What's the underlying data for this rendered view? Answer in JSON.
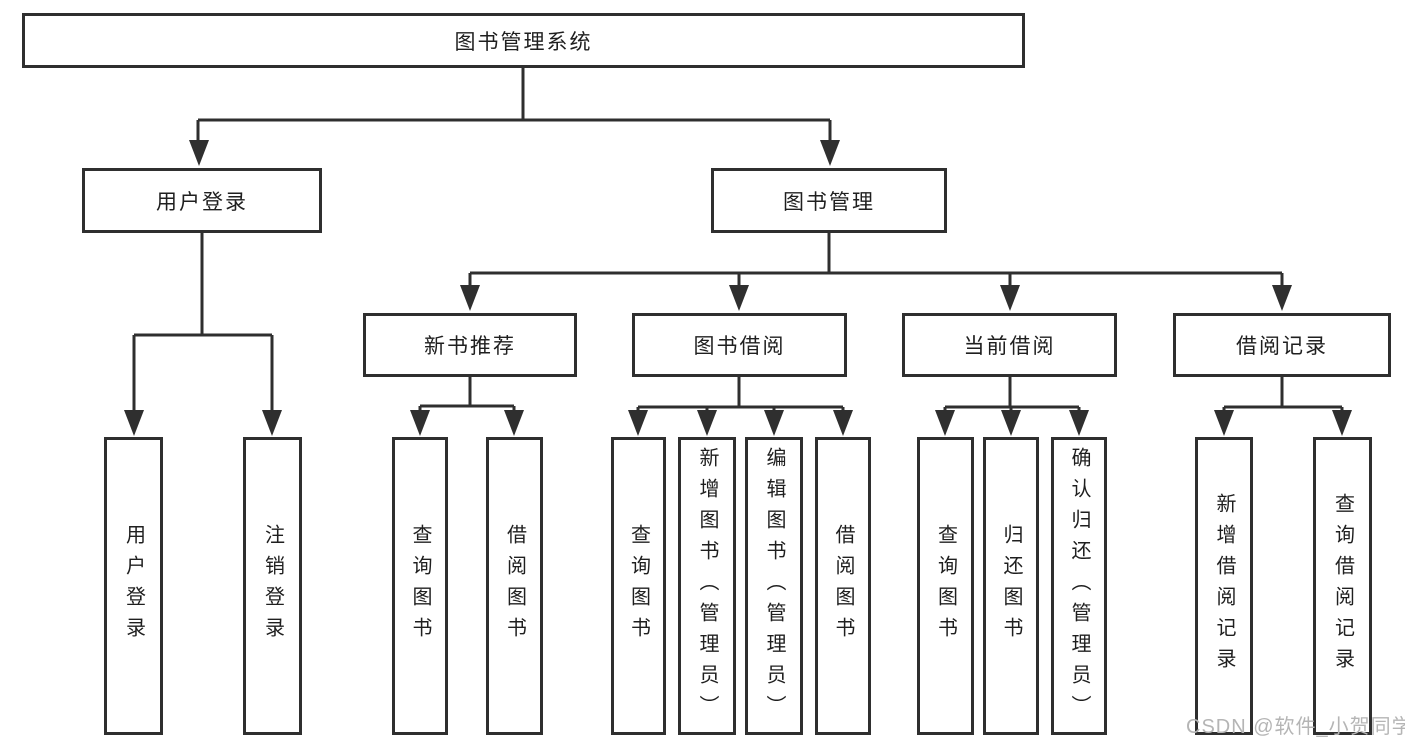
{
  "tree": {
    "root": {
      "label": "图书管理系统"
    },
    "branches": [
      {
        "label": "用户登录",
        "children": [
          {
            "label": "用户登录"
          },
          {
            "label": "注销登录"
          }
        ]
      },
      {
        "label": "图书管理",
        "children": [
          {
            "label": "新书推荐",
            "children": [
              {
                "label": "查询图书"
              },
              {
                "label": "借阅图书"
              }
            ]
          },
          {
            "label": "图书借阅",
            "children": [
              {
                "label": "查询图书"
              },
              {
                "label": "新增图书（管理员）"
              },
              {
                "label": "编辑图书（管理员）"
              },
              {
                "label": "借阅图书"
              }
            ]
          },
          {
            "label": "当前借阅",
            "children": [
              {
                "label": "查询图书"
              },
              {
                "label": "归还图书"
              },
              {
                "label": "确认归还（管理员）"
              }
            ]
          },
          {
            "label": "借阅记录",
            "children": [
              {
                "label": "新增借阅记录"
              },
              {
                "label": "查询借阅记录"
              }
            ]
          }
        ]
      }
    ]
  },
  "watermark": {
    "text": "CSDN @软件_小贺同学"
  },
  "colors": {
    "line": "#2f2f2f",
    "box_border": "#2f2f2f",
    "text": "#1f1f1f",
    "watermark": "#b5b5b5",
    "background": "#ffffff"
  }
}
